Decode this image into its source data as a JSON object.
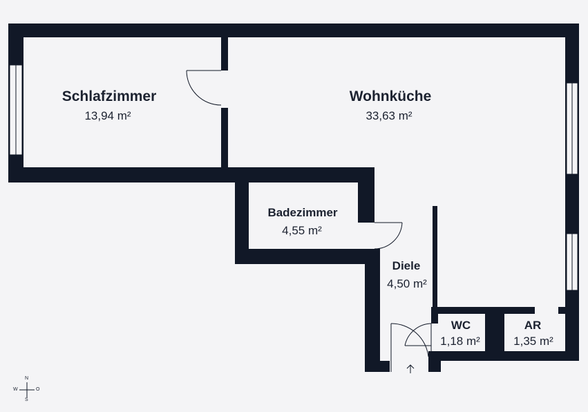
{
  "rooms": {
    "schlafzimmer": {
      "name": "Schlafzimmer",
      "area": "13,94 m²"
    },
    "wohnkueche": {
      "name": "Wohnküche",
      "area": "33,63 m²"
    },
    "badezimmer": {
      "name": "Badezimmer",
      "area": "4,55 m²"
    },
    "diele": {
      "name": "Diele",
      "area": "4,50 m²"
    },
    "wc": {
      "name": "WC",
      "area": "1,18 m²"
    },
    "ar": {
      "name": "AR",
      "area": "1,35 m²"
    }
  },
  "compass": {
    "n": "N",
    "s": "S",
    "w": "W",
    "o": "O"
  },
  "colors": {
    "wall": "#111827",
    "background": "#f4f4f6",
    "window": "#f4f4f6",
    "text": "#1c2230"
  },
  "icons": {
    "entrance": "arrow-up-icon",
    "compass": "compass-icon"
  }
}
